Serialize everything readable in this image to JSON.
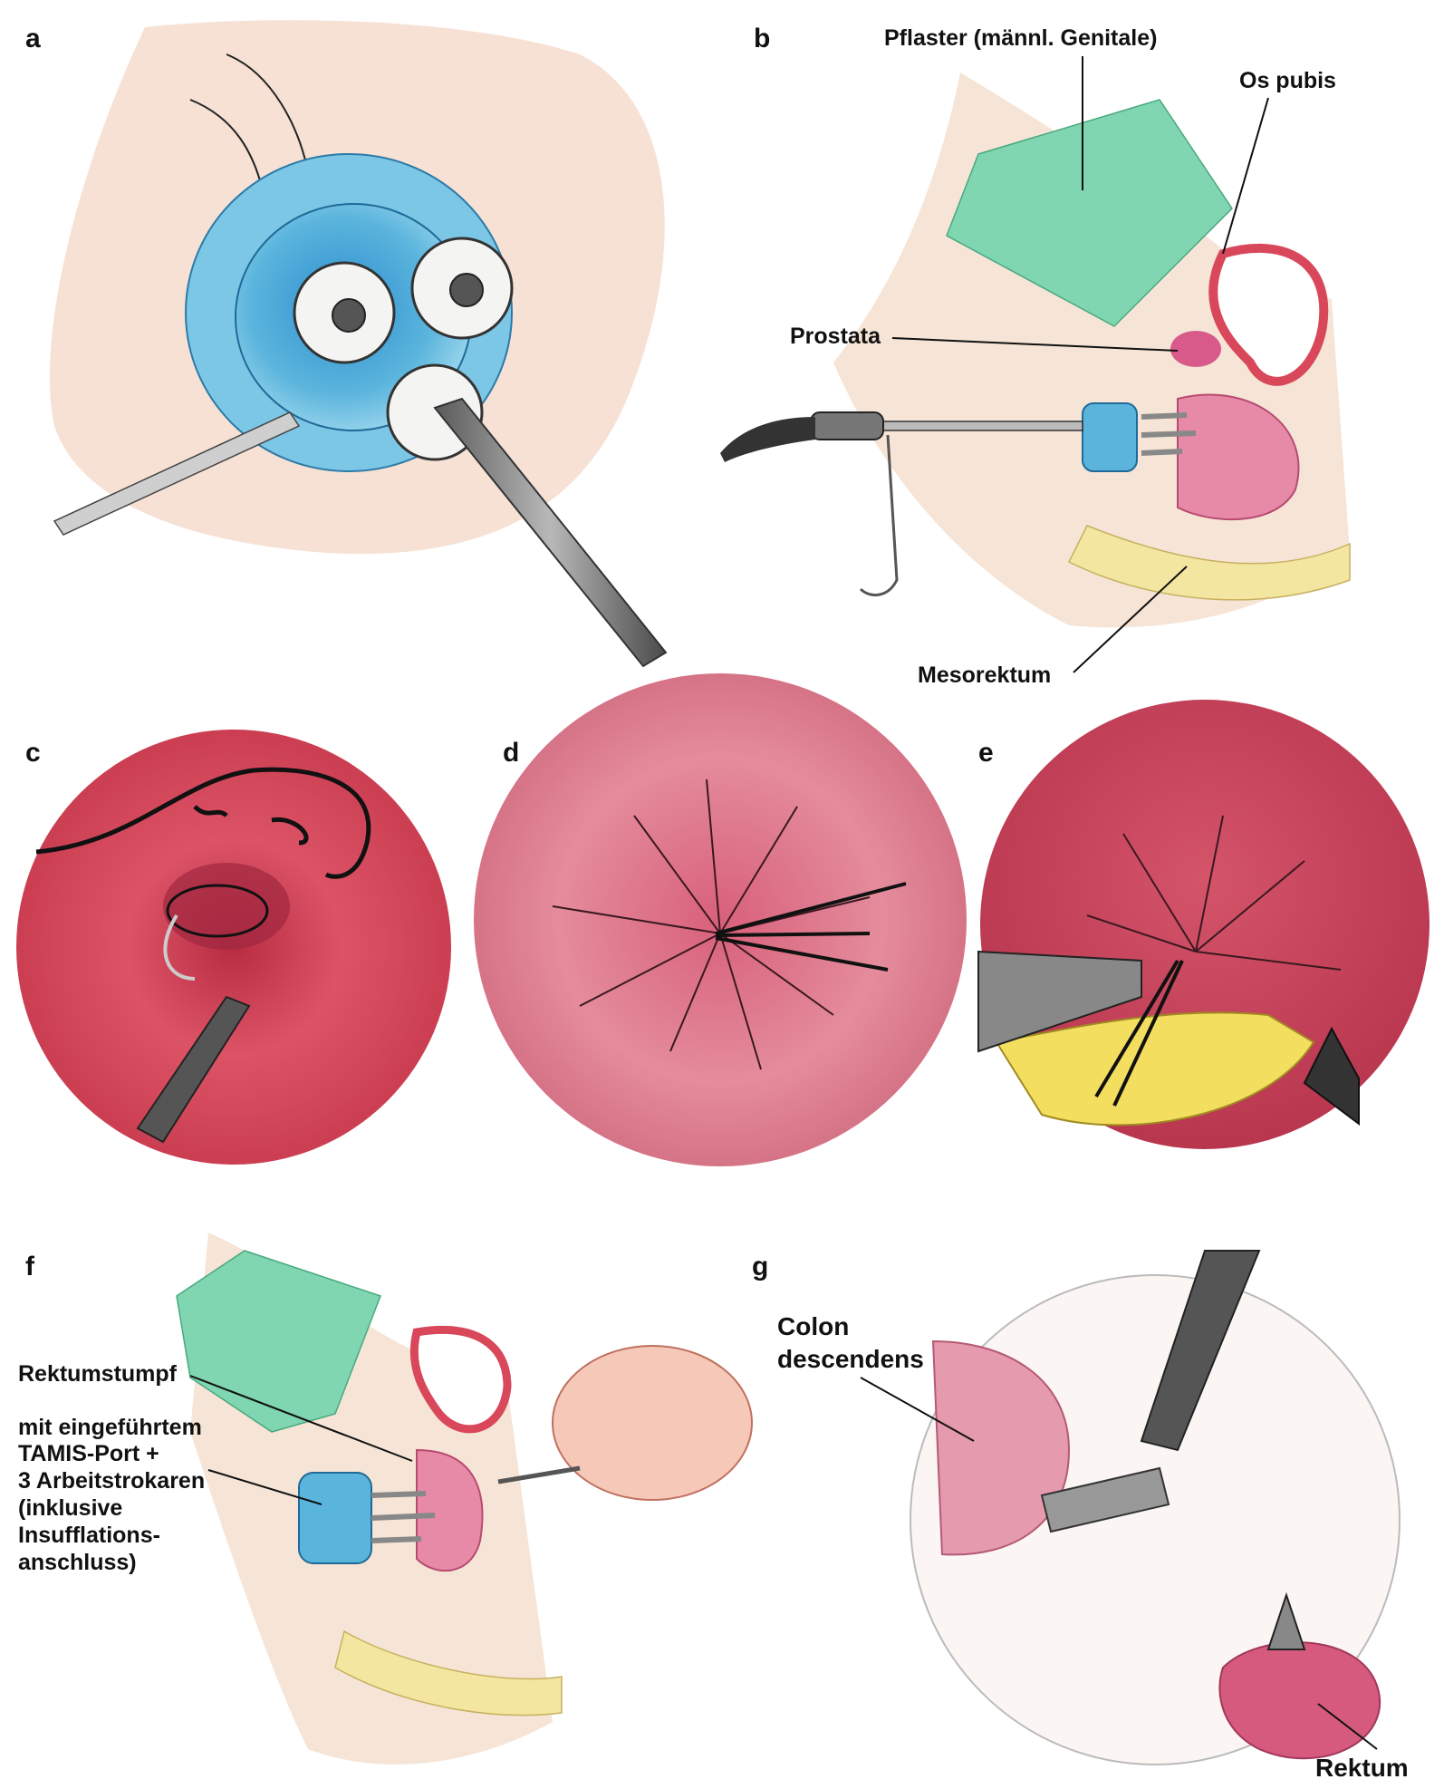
{
  "panels": {
    "a": {
      "letter": "a"
    },
    "b": {
      "letter": "b",
      "labels": {
        "drape": "Pflaster (männl. Genitale)",
        "pubis": "Os pubis",
        "prostate": "Prostata",
        "mesorectum": "Mesorektum"
      }
    },
    "c": {
      "letter": "c"
    },
    "d": {
      "letter": "d"
    },
    "e": {
      "letter": "e"
    },
    "f": {
      "letter": "f",
      "labels": {
        "stump": "Rektumstumpf",
        "port_lines": [
          "mit eingeführtem",
          "TAMIS-Port +",
          "3 Arbeitstrokaren",
          "(inklusive",
          "Insufflations-",
          "anschluss)"
        ]
      }
    },
    "g": {
      "letter": "g",
      "labels": {
        "colon_lines": [
          "Colon",
          "descendens"
        ],
        "rectum": "Rektum"
      }
    }
  },
  "colors": {
    "port_blue": "#5ab4dc",
    "port_white": "#f4f4f2",
    "mucosa_red": "#d8485a",
    "mucosa_pink": "#e08a9a",
    "drape_green": "#7fd6b0",
    "bone_yellow": "#f2e6a0",
    "skin": "#f2d6c4",
    "instrument_gray": "#7a7a7a"
  }
}
